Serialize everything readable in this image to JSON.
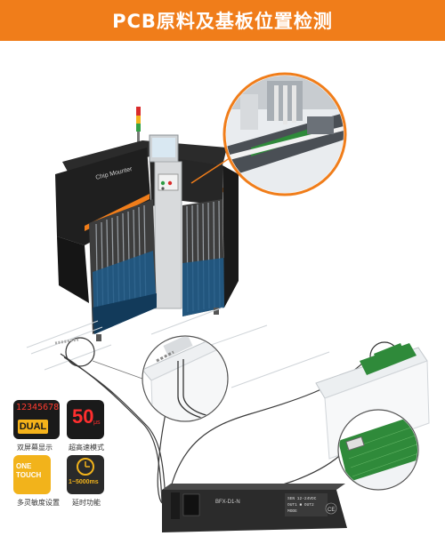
{
  "banner": {
    "title": "PCB原料及基板位置检测"
  },
  "machine": {
    "brand_label": "Chip Mounter"
  },
  "amplifier": {
    "model": "BFX-D1-N",
    "spec_lines": [
      "SEN 12-24VDC",
      "OUT1 ■ OUT2",
      "MODE"
    ]
  },
  "features": [
    {
      "icon": "led-display-icon",
      "display": "12345678",
      "badge": "DUAL",
      "label": "双屏幕显示"
    },
    {
      "icon": "speed-50-icon",
      "display": "50",
      "unit": "μs",
      "label": "超高速模式"
    },
    {
      "icon": "one-touch-icon",
      "display": "ONE TOUCH",
      "label": "多灵敏度设置"
    },
    {
      "icon": "timer-icon",
      "display": "1~5000ms",
      "label": "延时功能"
    }
  ],
  "colors": {
    "banner": "#f07d1a",
    "accent": "#f2b31b",
    "pcb_green": "#2f8a3a"
  }
}
